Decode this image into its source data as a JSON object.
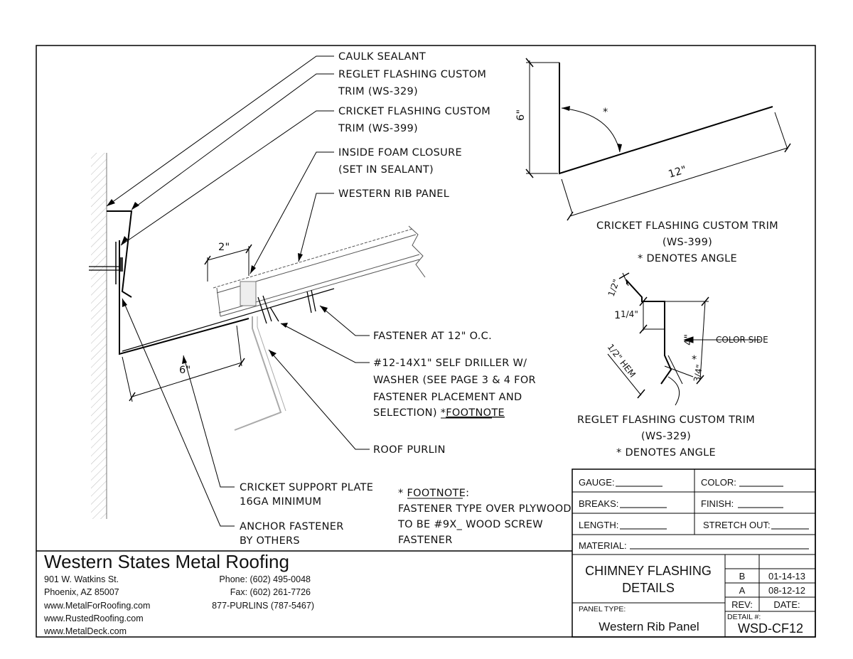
{
  "callouts": {
    "caulk": "CAULK SEALANT",
    "reglet_1": "REGLET FLASHING CUSTOM",
    "reglet_2": "TRIM (WS-329)",
    "cricket_1": "CRICKET FLASHING CUSTOM",
    "cricket_2": "TRIM (WS-399)",
    "foam_1": "INSIDE FOAM CLOSURE",
    "foam_2": "(SET IN SEALANT)",
    "panel": "WESTERN RIB PANEL",
    "fastener12": "FASTENER AT 12\" O.C.",
    "driller_1": "#12-14X1\" SELF DRILLER W/",
    "driller_2": "WASHER (SEE PAGE 3 & 4 FOR",
    "driller_3": "FASTENER PLACEMENT AND",
    "driller_4": "SELECTION) *",
    "driller_4u": "FOOTNOTE",
    "purlin": "ROOF PURLIN",
    "support_1": "CRICKET SUPPORT PLATE",
    "support_2": "16GA MINIMUM",
    "anchor_1": "ANCHOR FASTENER",
    "anchor_2": "BY OTHERS",
    "dim_2": "2\"",
    "dim_6": "6\""
  },
  "footnote": {
    "head_star": "* ",
    "head": "FOOTNOTE:",
    "line1": "FASTENER TYPE OVER PLYWOOD",
    "line2": "TO BE #9X_ WOOD SCREW",
    "line3": "FASTENER"
  },
  "cricket_detail": {
    "dim_6": "6\"",
    "dim_12": "12\"",
    "angle": "*",
    "title_1": "CRICKET FLASHING CUSTOM TRIM",
    "title_2": "(WS-399)",
    "title_3": "* DENOTES ANGLE"
  },
  "reglet_detail": {
    "dim_half": "1/2\"",
    "dim_114_whole": "1",
    "dim_114_frac": "1/4\"",
    "dim_4": "4\"",
    "dim_hem": "1/2\" HEM",
    "dim_34": "3/4\"",
    "color_side": "COLOR SIDE",
    "angle": "*",
    "title_1": "REGLET FLASHING CUSTOM TRIM",
    "title_2": "(WS-329)",
    "title_3": "* DENOTES ANGLE"
  },
  "company": {
    "name": "Western States Metal Roofing",
    "address1": "901 W. Watkins St.",
    "address2": "Phoenix, AZ 85007",
    "web1": "www.MetalForRoofing.com",
    "web2": "www.RustedRoofing.com",
    "web3": "www.MetalDeck.com",
    "phone": "Phone: (602) 495-0048",
    "fax": "Fax: (602) 261-7726",
    "tollfree": "877-PURLINS (787-5467)"
  },
  "title_block": {
    "gauge": "GAUGE:",
    "color": "COLOR:",
    "breaks": "BREAKS:",
    "finish": "FINISH:",
    "length": "LENGTH:",
    "stretch": "STRETCH OUT:",
    "material": "MATERIAL:",
    "title_1": "CHIMNEY FLASHING",
    "title_2": "DETAILS",
    "panel_type_label": "PANEL TYPE:",
    "panel_type": "Western Rib Panel",
    "rev_b": "B",
    "date_b": "01-14-13",
    "rev_a": "A",
    "date_a": "08-12-12",
    "rev_label": "REV:",
    "date_label": "DATE:",
    "detail_label": "DETAIL #:",
    "detail_no": "WSD-CF12"
  }
}
